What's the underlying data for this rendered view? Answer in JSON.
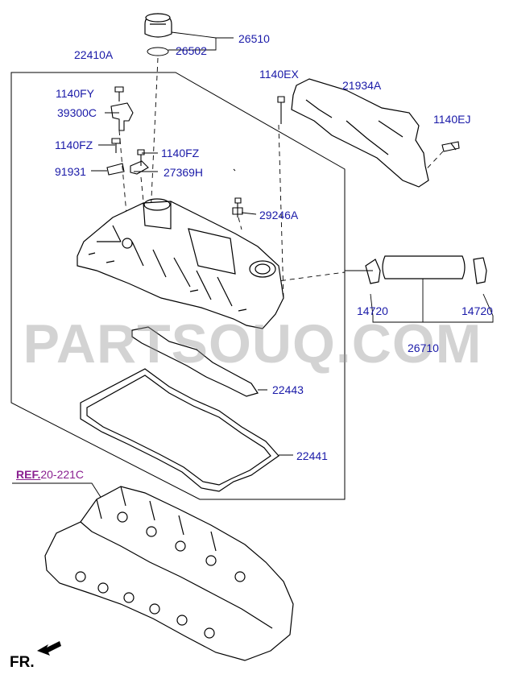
{
  "labels": {
    "l26510": "26510",
    "l26502": "26502",
    "l22410A": "22410A",
    "l1140EX": "1140EX",
    "l21934A": "21934A",
    "l1140FY": "1140FY",
    "l39300C": "39300C",
    "l1140EJ": "1140EJ",
    "l1140FZ_a": "1140FZ",
    "l1140FZ_b": "1140FZ",
    "l91931": "91931",
    "l27369H": "27369H",
    "l29246A": "29246A",
    "l14720_a": "14720",
    "l14720_b": "14720",
    "l26710": "26710",
    "l22443": "22443",
    "l22441": "22441"
  },
  "reference": {
    "prefix": "REF.",
    "code": "20-221C"
  },
  "direction": "FR.",
  "watermark": "PARTSOUQ.COM",
  "colors": {
    "part_label": "#1a1aa8",
    "reference": "#8a2090",
    "line": "#000000"
  }
}
